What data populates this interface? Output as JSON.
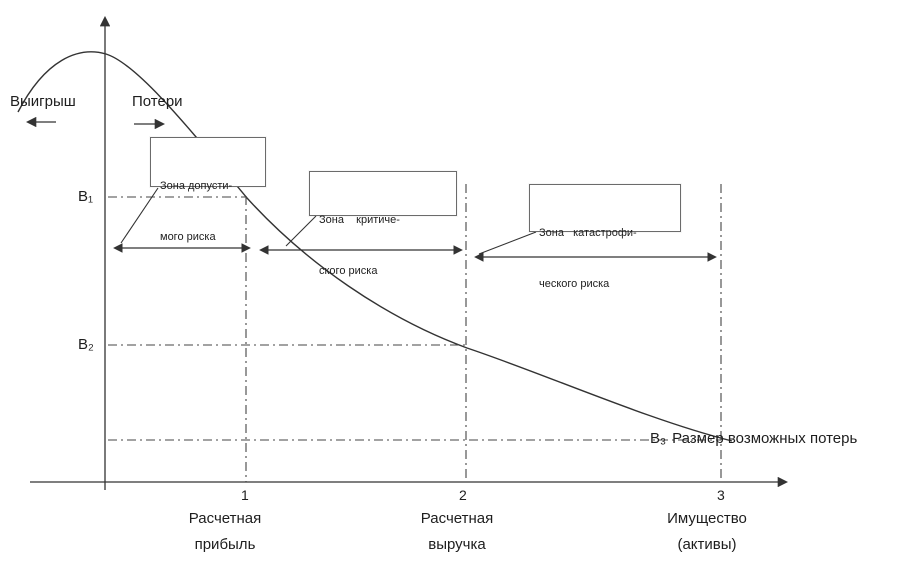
{
  "labels": {
    "win": "Выигрыш",
    "loss": "Потери",
    "b1": "В₁",
    "b2": "В₂",
    "b3": "В₃",
    "x_annotation": "Размер возможных потерь"
  },
  "zones": [
    {
      "line1": "Зона допусти-",
      "line2": "мого риска"
    },
    {
      "line1": "Зона    критиче-",
      "line2": "ского риска"
    },
    {
      "line1": "Зона   катастрофи-",
      "line2": "ческого риска"
    }
  ],
  "ticks": [
    {
      "value": "1",
      "caption1": "Расчетная",
      "caption2": "прибыль"
    },
    {
      "value": "2",
      "caption1": "Расчетная",
      "caption2": "выручка"
    },
    {
      "value": "3",
      "caption1": "Имущество",
      "caption2": "(активы)"
    }
  ]
}
